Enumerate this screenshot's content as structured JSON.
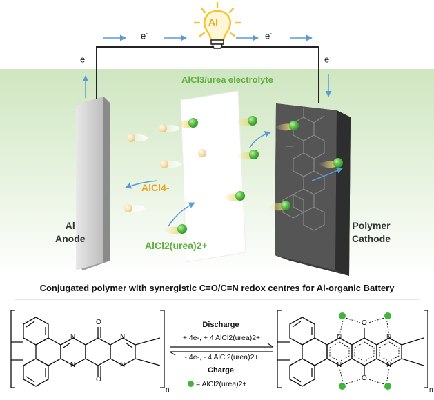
{
  "diagram": {
    "bulb_label": "Al",
    "electron_labels": [
      "e",
      "e",
      "e",
      "e"
    ],
    "electrolyte_label": "AlCl3/urea electrolyte",
    "anode_label": [
      "Al",
      "Anode"
    ],
    "cathode_label": [
      "Polymer",
      "Cathode"
    ],
    "anion_label": "AlCl4-",
    "cation_label": "AlCl2(urea)2+",
    "title": "Conjugated polymer with synergistic C=O/C=N redox centres for Al-organic Battery",
    "reaction": {
      "discharge_label": "Discharge",
      "discharge_equation": "+ 4e-, + 4 AlCl2(urea)2+",
      "charge_equation": "- 4e-, - 4 AlCl2(urea)2+",
      "charge_label": "Charge",
      "legend": "= AlCl2(urea)2+",
      "repeat_unit": "n",
      "atom_n": "N",
      "atom_o": "O"
    },
    "colors": {
      "green_ion": "#3fb53a",
      "yellow_ion": "#f2d38a",
      "electrolyte_green": "#5fae3f",
      "anion_orange": "#e8a51c",
      "bulb_yellow": "#f5c531",
      "arrow_blue": "#5b9bd5"
    }
  }
}
